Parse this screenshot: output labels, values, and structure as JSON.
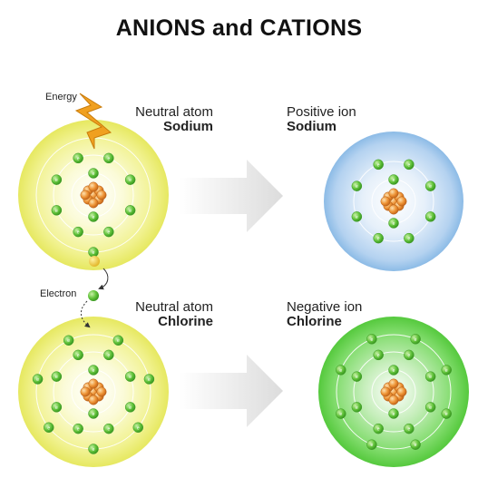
{
  "title": "ANIONS and CATIONS",
  "labels": {
    "energy": "Energy",
    "electron": "Electron",
    "sodium_neutral": {
      "state": "Neutral atom",
      "element": "Sodium"
    },
    "sodium_ion": {
      "state": "Positive ion",
      "element": "Sodium"
    },
    "chlorine_neutral": {
      "state": "Neutral atom",
      "element": "Chlorine"
    },
    "chlorine_ion": {
      "state": "Negative ion",
      "element": "Chlorine"
    }
  },
  "atoms": [
    {
      "id": "sodium-neutral",
      "glow": "yellow",
      "shells": [
        2,
        8,
        1
      ]
    },
    {
      "id": "sodium-positive",
      "glow": "blue",
      "shells": [
        2,
        8
      ]
    },
    {
      "id": "chlorine-neutral",
      "glow": "yellow",
      "shells": [
        2,
        8,
        7
      ]
    },
    {
      "id": "chlorine-negative",
      "glow": "green",
      "shells": [
        2,
        8,
        8
      ]
    }
  ],
  "electron_symbol": "e",
  "colors": {
    "yellow_glow": "#eef070",
    "blue_glow": "#9cc4ea",
    "green_glow": "#6ed55a",
    "electron": "#5bbf3a",
    "nucleus": "#e8892a",
    "lightning": "#f0a020",
    "arrow": "#e4e4e4"
  }
}
